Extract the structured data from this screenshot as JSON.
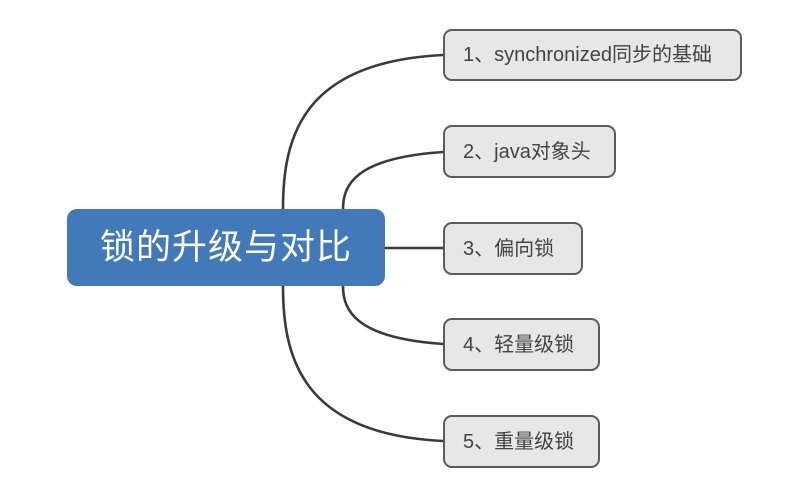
{
  "diagram": {
    "type": "mind-map",
    "background_color": "#ffffff",
    "root": {
      "label": "锁的升级与对比",
      "fill_color": "#4279b8",
      "text_color": "#ffffff"
    },
    "branch_style": {
      "fill_color": "#e7e7e7",
      "border_color": "#5b5b5b",
      "text_color": "#434343",
      "connector_color": "#3a3a3a"
    },
    "branches": [
      {
        "id": "b1",
        "label": "1、synchronized同步的基础"
      },
      {
        "id": "b2",
        "label": "2、java对象头"
      },
      {
        "id": "b3",
        "label": "3、偏向锁"
      },
      {
        "id": "b4",
        "label": "4、轻量级锁"
      },
      {
        "id": "b5",
        "label": "5、重量级锁"
      }
    ],
    "connectors": [
      {
        "from": "root",
        "to": "b1",
        "shape": "curve-up"
      },
      {
        "from": "root",
        "to": "b2",
        "shape": "curve-up"
      },
      {
        "from": "root",
        "to": "b3",
        "shape": "straight"
      },
      {
        "from": "root",
        "to": "b4",
        "shape": "curve-down"
      },
      {
        "from": "root",
        "to": "b5",
        "shape": "curve-down"
      }
    ]
  }
}
